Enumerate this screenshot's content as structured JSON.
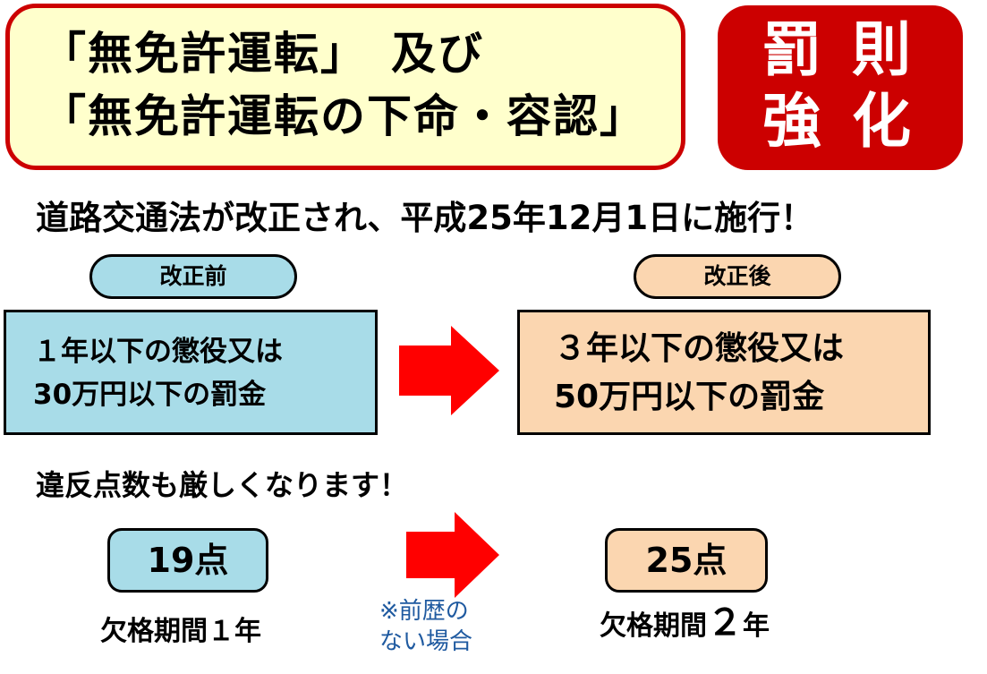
{
  "colors": {
    "title_bg": "#ffffcc",
    "title_border": "#cc0000",
    "badge_bg": "#cc0000",
    "before_bg": "#a8dce8",
    "after_bg": "#fbd6b0",
    "arrow": "#ff0000",
    "note": "#1f5aa0"
  },
  "title": {
    "line1": "「無免許運転」　及び",
    "line2": "「無免許運転の下命・容認」"
  },
  "badge": {
    "line1": "罰則",
    "line2": "強化"
  },
  "headline": "道路交通法が改正され、平成25年12月1日に施行！",
  "before": {
    "label": "改正前",
    "line1": "１年以下の懲役又は",
    "line2": "30万円以下の罰金"
  },
  "after": {
    "label": "改正後",
    "line1": "３年以下の懲役又は",
    "line2": "50万円以下の罰金"
  },
  "points_headline": "違反点数も厳しくなります！",
  "points_before": {
    "value": "19点",
    "period": "欠格期間１年"
  },
  "points_after": {
    "value": "25点",
    "period_prefix": "欠格期間",
    "period_number": "２",
    "period_suffix": "年"
  },
  "note": {
    "line1": "※前歴の",
    "line2": "ない場合"
  },
  "icons": {
    "arrow_1": "right-arrow-icon",
    "arrow_2": "right-arrow-icon"
  }
}
